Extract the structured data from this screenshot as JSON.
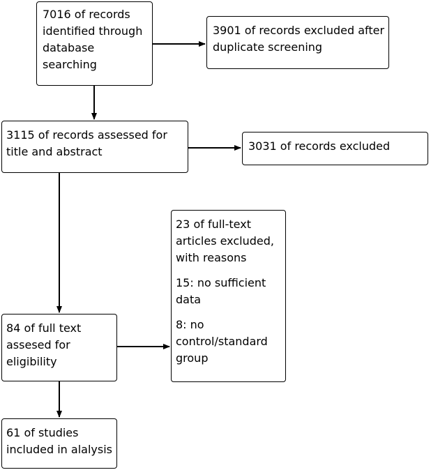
{
  "diagram": {
    "type": "flowchart",
    "boxes": {
      "identified": {
        "lines": [
          "7016 of records",
          "identified through",
          "database",
          "searching"
        ]
      },
      "duplicates_excluded": {
        "lines": [
          "3901 of records excluded after",
          "duplicate screening"
        ]
      },
      "screened": {
        "lines": [
          "3115 of records assessed for",
          "title and abstract"
        ]
      },
      "records_excluded": {
        "lines": [
          "3031 of records excluded"
        ]
      },
      "fulltext_excluded": {
        "lines": [
          "23 of full-text",
          "articles excluded,",
          "with reasons"
        ],
        "reasons": [
          {
            "lines": [
              "15: no sufficient",
              "data"
            ]
          },
          {
            "lines": [
              "8: no",
              "control/standard",
              "group"
            ]
          }
        ]
      },
      "eligibility": {
        "lines": [
          "84 of full text",
          "assesed for",
          "eligibility"
        ]
      },
      "included": {
        "lines": [
          "61 of studies",
          "included in alalysis"
        ]
      }
    },
    "edges": [
      {
        "from": "identified",
        "to": "duplicates_excluded"
      },
      {
        "from": "identified",
        "to": "screened"
      },
      {
        "from": "screened",
        "to": "records_excluded"
      },
      {
        "from": "screened",
        "to": "eligibility"
      },
      {
        "from": "eligibility",
        "to": "fulltext_excluded"
      },
      {
        "from": "eligibility",
        "to": "included"
      }
    ],
    "colors": {
      "stroke": "#000000",
      "fill": "#ffffff",
      "text": "#000000"
    }
  }
}
